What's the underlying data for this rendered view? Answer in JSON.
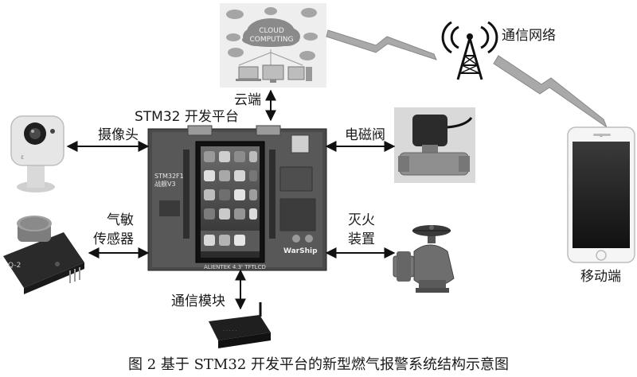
{
  "labels": {
    "cloud_text_1": "CLOUD",
    "cloud_text_2": "COMPUTING",
    "cloud_end": "云端",
    "network": "通信网络",
    "board_title": "STM32 开发平台",
    "board_name": "STM32F1",
    "board_model": "战舰V3",
    "board_warship": "WarShip",
    "board_footer": "ALIENTEK 4.3' TFTLCD",
    "camera": "摄像头",
    "valve": "电磁阀",
    "gas_sensor_line1": "气敏",
    "gas_sensor_line2": "传感器",
    "fire_line1": "灭火",
    "fire_line2": "装置",
    "comm_module": "通信模块",
    "mobile": "移动端",
    "sensor_tag": "Q-2"
  },
  "caption": "图 2   基于 STM32 开发平台的新型燃气报警系统结构示意图"
}
